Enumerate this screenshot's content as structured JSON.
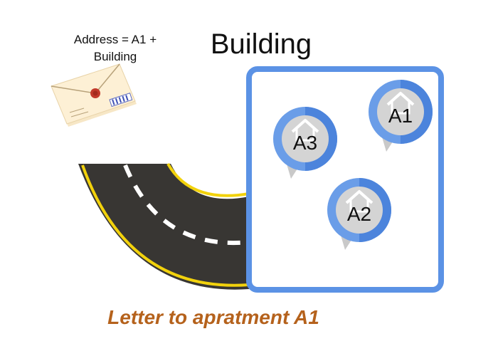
{
  "envelope": {
    "address_line1": "Address = A1 +",
    "address_line2": "Building"
  },
  "building": {
    "title": "Building"
  },
  "apartments": [
    {
      "id": "A1",
      "label": "A1"
    },
    {
      "id": "A3",
      "label": "A3"
    },
    {
      "id": "A2",
      "label": "A2"
    }
  ],
  "caption": "Letter to apratment A1",
  "colors": {
    "building_border": "#5b92e5",
    "pin_outer": "#5b92e5",
    "pin_inner": "#d4d4d4",
    "road": "#383633",
    "road_edge": "#f2d20c",
    "envelope": "#fdf0d5",
    "seal": "#c23a2b",
    "caption": "#b5621c"
  },
  "icons": [
    "envelope-icon",
    "road",
    "house-icon",
    "location-pin-icon"
  ]
}
